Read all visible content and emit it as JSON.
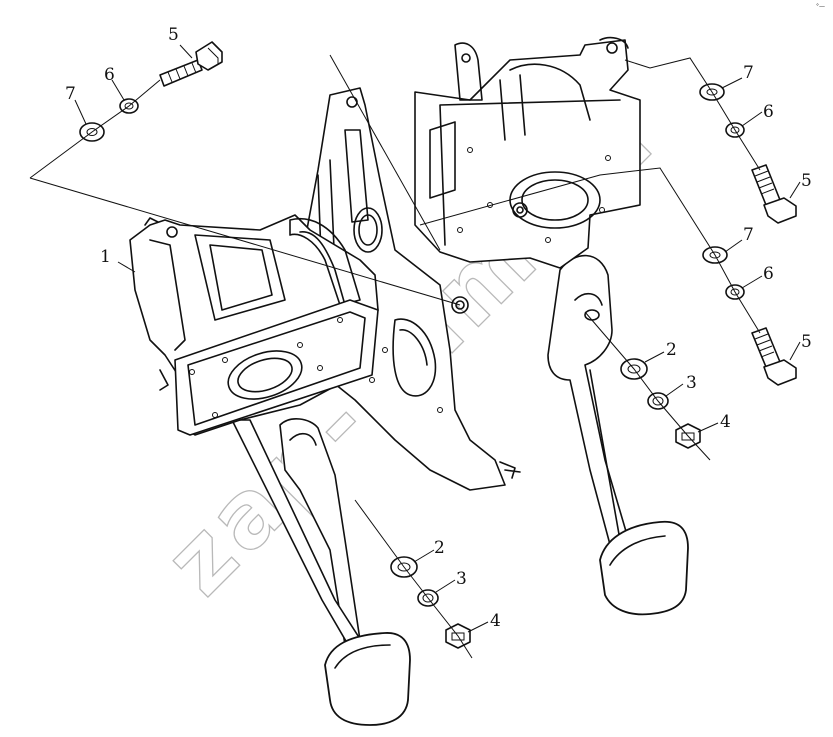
{
  "watermark": "zap-kam.ru",
  "corner_mark": "°—",
  "callouts": [
    {
      "id": "c1",
      "label": "1"
    },
    {
      "id": "c2a",
      "label": "2"
    },
    {
      "id": "c2b",
      "label": "2"
    },
    {
      "id": "c3a",
      "label": "3"
    },
    {
      "id": "c3b",
      "label": "3"
    },
    {
      "id": "c4a",
      "label": "4"
    },
    {
      "id": "c4b",
      "label": "4"
    },
    {
      "id": "c5a",
      "label": "5"
    },
    {
      "id": "c5b",
      "label": "5"
    },
    {
      "id": "c5c",
      "label": "5"
    },
    {
      "id": "c6a",
      "label": "6"
    },
    {
      "id": "c6b",
      "label": "6"
    },
    {
      "id": "c6c",
      "label": "6"
    },
    {
      "id": "c7a",
      "label": "7"
    },
    {
      "id": "c7b",
      "label": "7"
    },
    {
      "id": "c7c",
      "label": "7"
    }
  ]
}
